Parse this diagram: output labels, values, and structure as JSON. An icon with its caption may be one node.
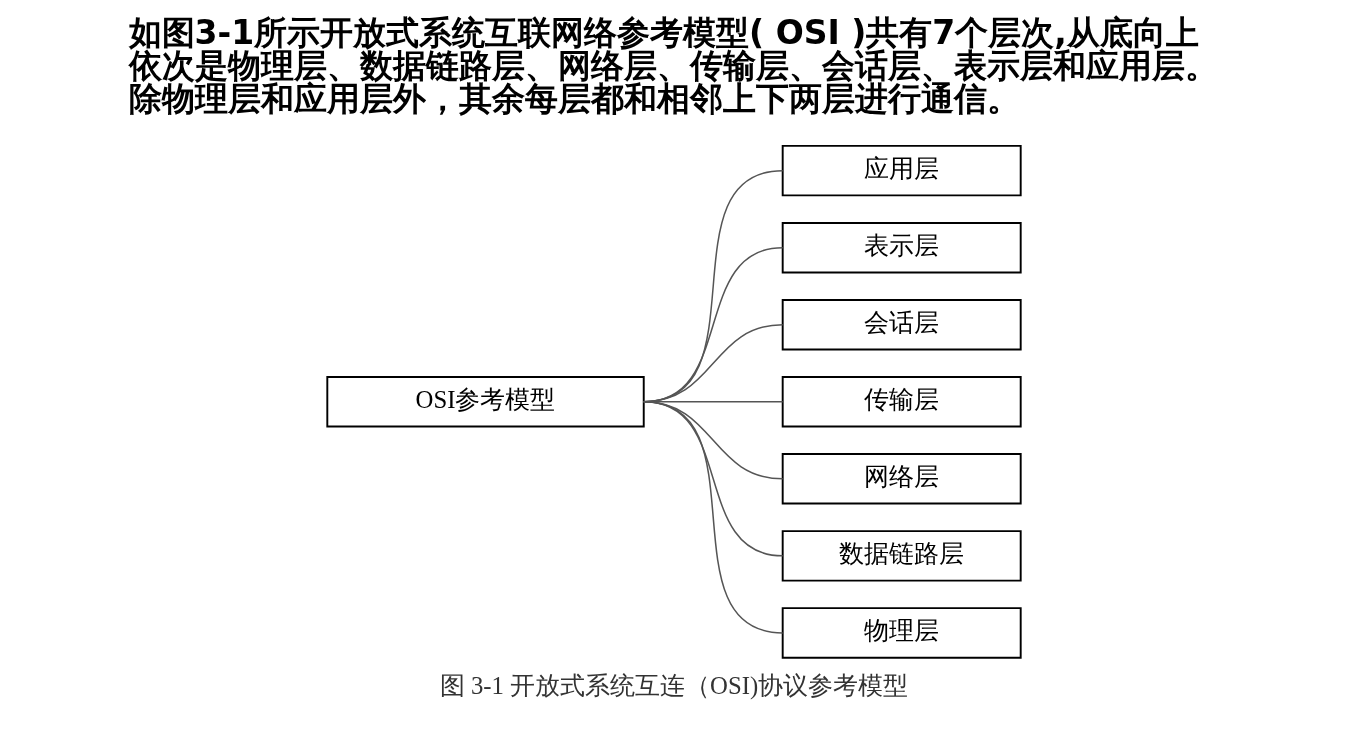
{
  "diagram": {
    "title": "如图3-1所示开放式系统互联网络参考模型( OSI )共有7个层次,从底向上依次是物理层、数据链路层、网络层、传输层、会话层、表示层和应用层。除物理层和应用层外，其余每层都和相邻上下两层进行通信。",
    "caption": "图 3-1 开放式系统互连（OSI)协议参考模型",
    "nodes": [
      {
        "text": [
          "OSI参考模型"
        ]
      },
      {
        "text": [
          "应用层"
        ]
      },
      {
        "text": [
          "表示层"
        ]
      },
      {
        "text": [
          "会话层"
        ]
      },
      {
        "text": [
          "传输层"
        ]
      },
      {
        "text": [
          "网络层"
        ]
      },
      {
        "text": [
          "数据链路层"
        ]
      },
      {
        "text": [
          "物理层"
        ]
      }
    ],
    "edges": [
      {
        "from": 0,
        "to": 1,
        "arrow": "none"
      },
      {
        "from": 0,
        "to": 2,
        "arrow": "none"
      },
      {
        "from": 0,
        "to": 3,
        "arrow": "none"
      },
      {
        "from": 0,
        "to": 4,
        "arrow": "none"
      },
      {
        "from": 0,
        "to": 5,
        "arrow": "none"
      },
      {
        "from": 0,
        "to": 6,
        "arrow": "none"
      },
      {
        "from": 0,
        "to": 7,
        "arrow": "none"
      }
    ]
  }
}
